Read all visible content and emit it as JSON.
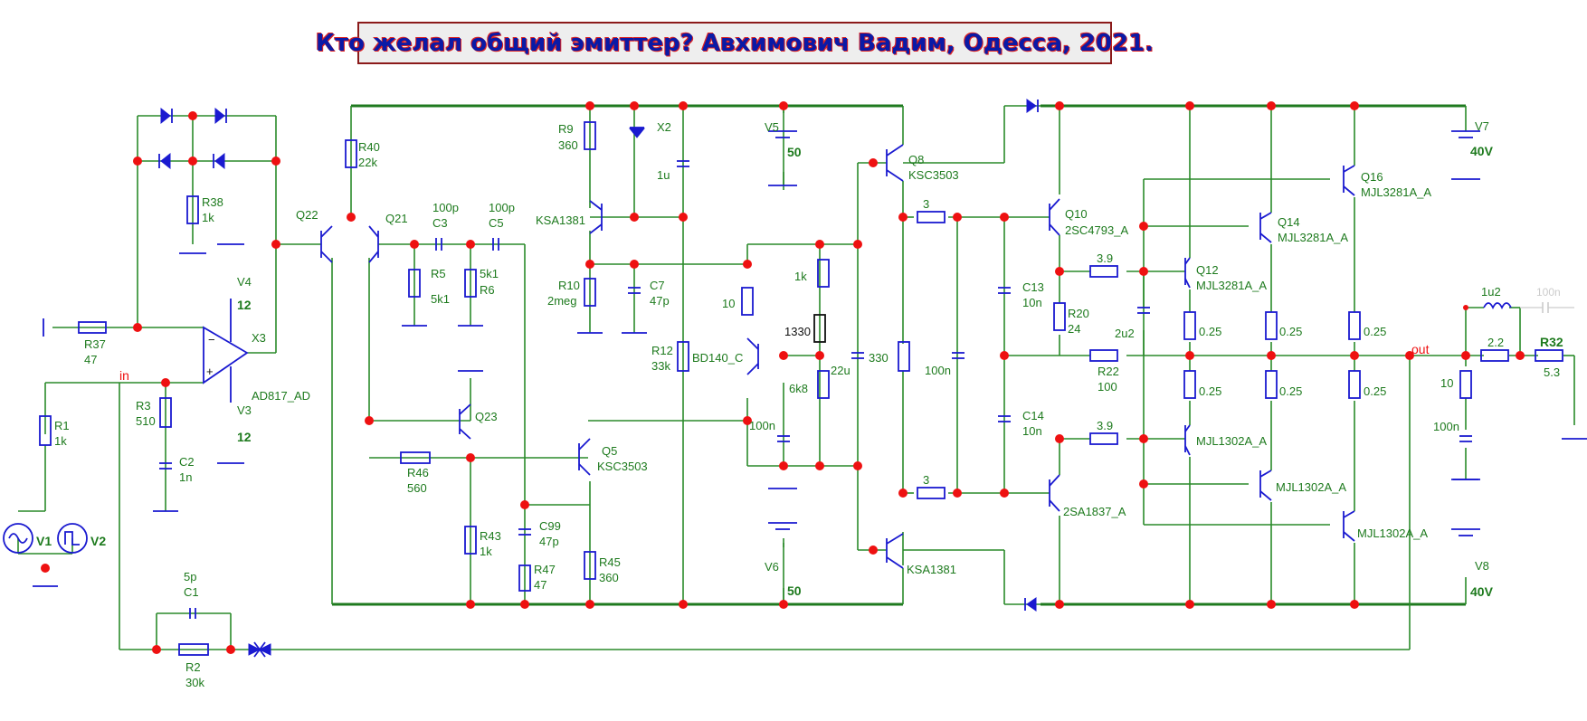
{
  "title": "Кто желал общий эмиттер? Авхимович Вадим, Одесса, 2021.",
  "colors": {
    "wire": "#2a8a2a",
    "component": "#1a1ad0",
    "node": "#ee1111",
    "label": "#1d7a1d",
    "title_text": "#0a1aa6",
    "title_border": "#8b1a1a"
  },
  "labels": {
    "R37": "R37",
    "R37v": "47",
    "R1": "R1",
    "R1v": "1k",
    "R3": "R3",
    "R3v": "510",
    "C2": "C2",
    "C2v": "1n",
    "R38": "R38",
    "R38v": "1k",
    "X3": "X3",
    "X3v": "AD817_AD",
    "V4": "V4",
    "V4v": "12",
    "V3": "V3",
    "V3v": "12",
    "V1": "V1",
    "V2": "V2",
    "C1": "C1",
    "C1v": "5p",
    "R2": "R2",
    "R2v": "30k",
    "in": "in",
    "out": "out",
    "Q22": "Q22",
    "Q21": "Q21",
    "R40": "R40",
    "R40v": "22k",
    "R5": "R5",
    "R5v": "5k1",
    "R6": "R6",
    "R6v": "5k1",
    "C3": "C3",
    "C3v": "100p",
    "C5": "C5",
    "C5v": "100p",
    "Q23": "Q23",
    "R46": "R46",
    "R46v": "560",
    "R43": "R43",
    "R43v": "1k",
    "C99": "C99",
    "C99v": "47p",
    "R47": "R47",
    "R47v": "47",
    "Q5": "Q5",
    "Q5v": "KSC3503",
    "R45": "R45",
    "R45v": "360",
    "R9": "R9",
    "R9v": "360",
    "X2": "X2",
    "KSA1381a": "KSA1381",
    "C1u": "1u",
    "R10": "R10",
    "R10v": "2meg",
    "C7": "C7",
    "C7v": "47p",
    "R12": "R12",
    "R12v": "33k",
    "BD140": "BD140_C",
    "V5": "V5",
    "V5v": "50",
    "V6": "V6",
    "V6v": "50",
    "r10": "10",
    "r1k": "1k",
    "r1330": "1330",
    "r6k8": "6k8",
    "c22u": "22u",
    "c100n": "100n",
    "r330": "330",
    "Q8": "Q8",
    "Q8v": "KSC3503",
    "KSA1381b": "KSA1381",
    "r3a": "3",
    "r3b": "3",
    "c100nb": "100n",
    "Q10": "Q10",
    "Q10v": "2SC4793_A",
    "C13": "C13",
    "C13v": "10n",
    "C14": "C14",
    "C14v": "10n",
    "R20": "R20",
    "R20v": "24",
    "r39a": "3.9",
    "r39b": "3.9",
    "R22": "R22",
    "R22v": "100",
    "c2u2": "2u2",
    "Q2SA": "2SA1837_A",
    "Q12": "Q12",
    "Q12v": "MJL3281A_A",
    "Q14": "Q14",
    "Q14v": "MJL3281A_A",
    "Q16": "Q16",
    "Q16v": "MJL3281A_A",
    "M1": "MJL1302A_A",
    "M2": "MJL1302A_A",
    "M3": "MJL1302A_A",
    "re1": "0.25",
    "re2": "0.25",
    "re3": "0.25",
    "re4": "0.25",
    "re5": "0.25",
    "re6": "0.25",
    "V7": "V7",
    "V7v": "40V",
    "V8": "V8",
    "V8v": "40V",
    "L": "1u2",
    "Lc": "100n",
    "r22": "2.2",
    "R32": "R32",
    "R32v": "5.3",
    "rz": "10",
    "cz": "100n"
  }
}
